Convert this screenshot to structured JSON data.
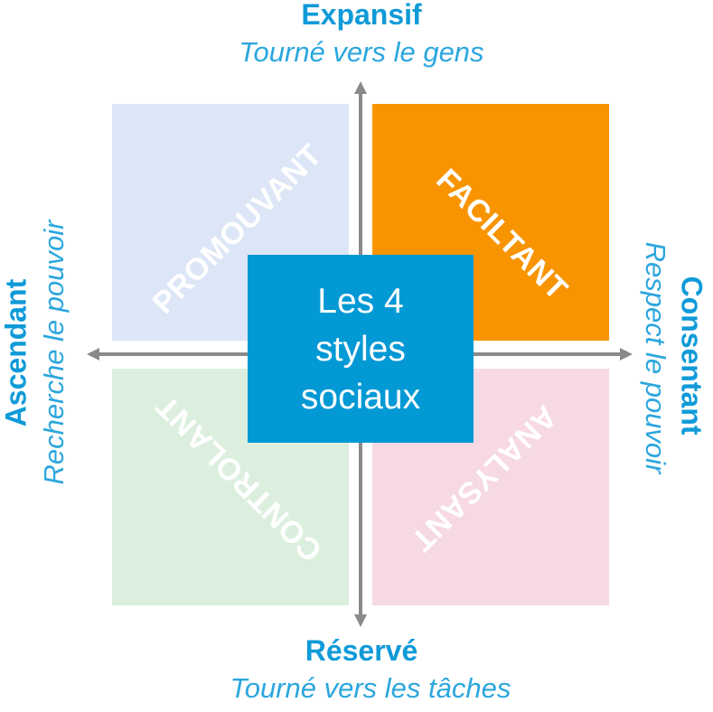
{
  "top": {
    "title": "Expansif",
    "subtitle": "Tourné vers le gens"
  },
  "bottom": {
    "title": "Réservé",
    "subtitle": "Tourné vers les tâches"
  },
  "left": {
    "title": "Ascendant",
    "subtitle": "Recherche le pouvoir"
  },
  "right": {
    "title": "Consentant",
    "subtitle": "Respect le pouvoir"
  },
  "quadrants": [
    {
      "label": "PROMOUVANT",
      "color": "#dce6f6"
    },
    {
      "label": "FACILTANT",
      "color": "#f89400"
    },
    {
      "label": "CONTROLANT",
      "color": "#dcefdf"
    },
    {
      "label": "ANALYSANT",
      "color": "#f6d9e5"
    }
  ],
  "center": {
    "lines": [
      "Les 4",
      "styles",
      "sociaux"
    ],
    "color": "#0399d5"
  }
}
